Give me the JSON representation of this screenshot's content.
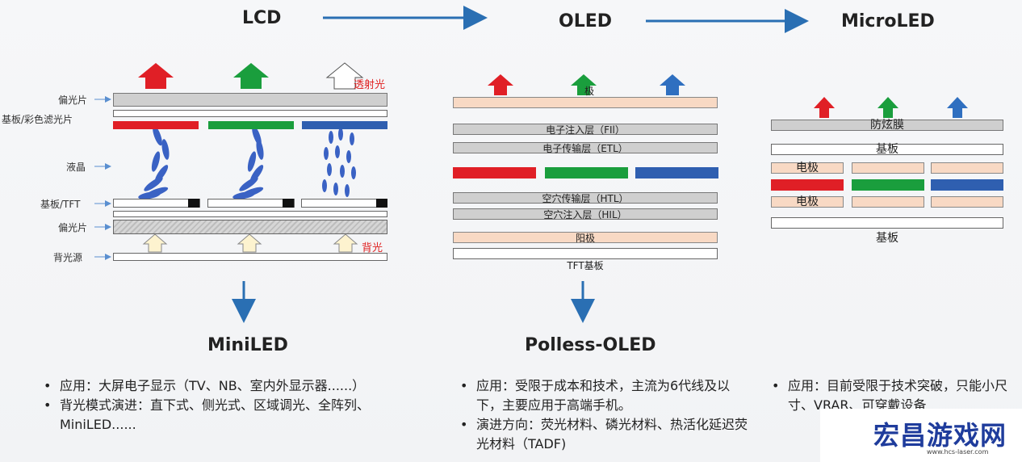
{
  "titles": {
    "lcd": "LCD",
    "oled": "OLED",
    "microled": "MicroLED",
    "miniled": "MiniLED",
    "polless": "Polless-OLED"
  },
  "lcd": {
    "labels": {
      "polarizer_top": "偏光片",
      "substrate_filter": "基板/彩色滤光片",
      "liquid_crystal": "液晶",
      "substrate_tft": "基板/TFT",
      "polarizer_bottom": "偏光片",
      "backlight_source": "背光源"
    },
    "transmitted_light": "透射光",
    "backlight": "背光"
  },
  "oled": {
    "cathode": "极",
    "eil": "电子注入层（FIl）",
    "etl": "电子传输层（ETL）",
    "htl": "空穴传输层（HTL）",
    "hil": "空穴注入层（HIL）",
    "anode": "阳极",
    "tft_substrate": "TFT基板"
  },
  "microled": {
    "antiglare": "防炫膜",
    "substrate_top": "基板",
    "electrode_top": "电极",
    "electrode_bottom": "电极",
    "substrate_bottom": "基板"
  },
  "bullets": {
    "miniled": [
      "应用：大屏电子显示（TV、NB、室内外显示器......）",
      "背光模式演进：直下式、侧光式、区域调光、全阵列、MiniLED......"
    ],
    "polless": [
      "应用：受限于成本和技术，主流为6代线及以下，主要应用于高端手机。",
      "演进方向：荧光材料、磷光材料、热活化延迟荧光材料（TADF)"
    ],
    "microled": [
      "应用：目前受限于技术突破，只能小尺寸、VRAR、可穿戴设备"
    ]
  },
  "logo": {
    "name": "宏昌游戏网",
    "url": "www.hcs-laser.com"
  },
  "colors": {
    "red": "#e01f26",
    "green": "#1a9e3d",
    "blue": "#2f5fb0",
    "flow_arrow": "#2a6fb3"
  }
}
